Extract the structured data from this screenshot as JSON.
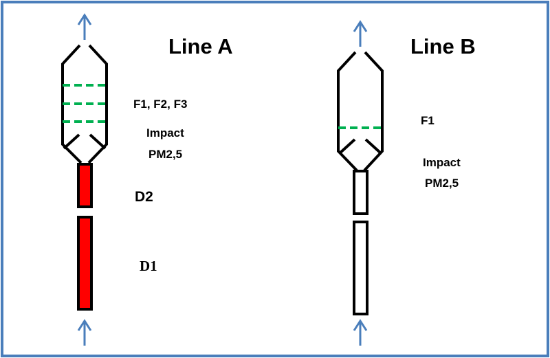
{
  "line_a": {
    "title": "Line A",
    "filters_label": "F1, F2, F3",
    "impact_label": "Impact",
    "pm_label": "PM2,5",
    "d2_label": "D2",
    "d1_label": "D1",
    "filters_count": 3
  },
  "line_b": {
    "title": "Line B",
    "filters_label": "F1",
    "impact_label": "Impact",
    "pm_label": "PM2,5",
    "filters_count": 1
  },
  "colors": {
    "frame": "#4a7ebb",
    "arrow": "#4a7ebb",
    "outline": "#000000",
    "filter": "#00b050",
    "denuder_fill": "#ff0000"
  }
}
